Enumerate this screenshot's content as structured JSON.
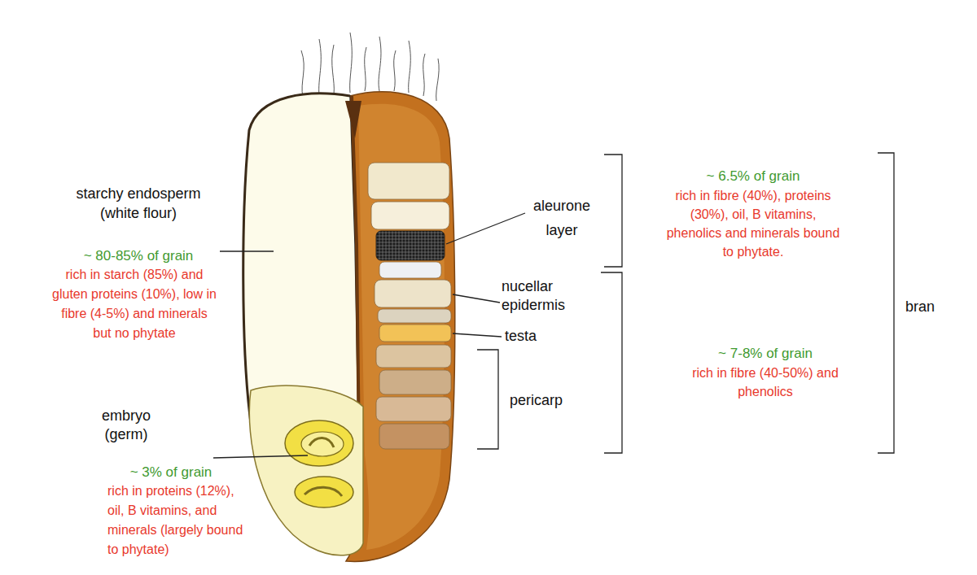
{
  "diagram": {
    "labels": [
      "starchy endosperm (white flour)",
      "~ 80-85% of grain",
      "rich in starch (85%) and gluten proteins (10%), low in fibre (4-5%) and minerals but no phytate",
      "aleurone layer",
      "~ 6.5% of grain",
      "rich in fibre (40%), proteins (30%), oil, B vitamins, phenolics and minerals bound to phytate.",
      "nucellar epidermis",
      "bran",
      "testa",
      "~ 7-8% of grain",
      "rich in fibre (40-50%) and phenolics",
      "pericarp",
      "embryo (germ)",
      "~ 3% of grain",
      "rich in proteins (12%), oil, B vitamins, and minerals (largely bound to phytate)"
    ]
  }
}
